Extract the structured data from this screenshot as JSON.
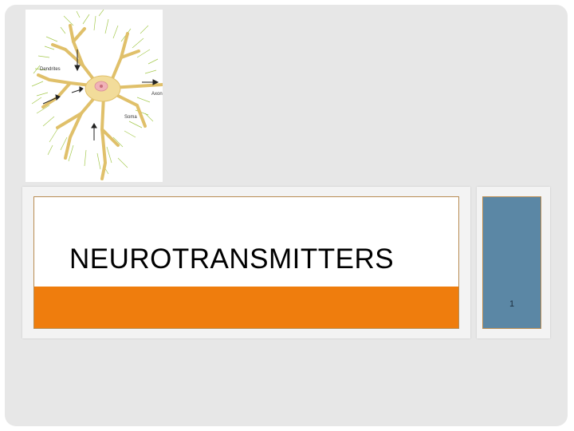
{
  "slide": {
    "title": "NEUROTRANSMITTERS",
    "number": "1"
  },
  "figure": {
    "label_dendrites": "Dendrites",
    "label_axon": "Axon",
    "label_soma": "Soma"
  },
  "colors": {
    "background": "#e7e7e7",
    "accent_orange": "#ef7d0d",
    "number_panel": "#5b87a5",
    "neuron_body": "#f2dc9a",
    "nucleus": "#f1b2b8",
    "fibers": "#9cc43c"
  }
}
